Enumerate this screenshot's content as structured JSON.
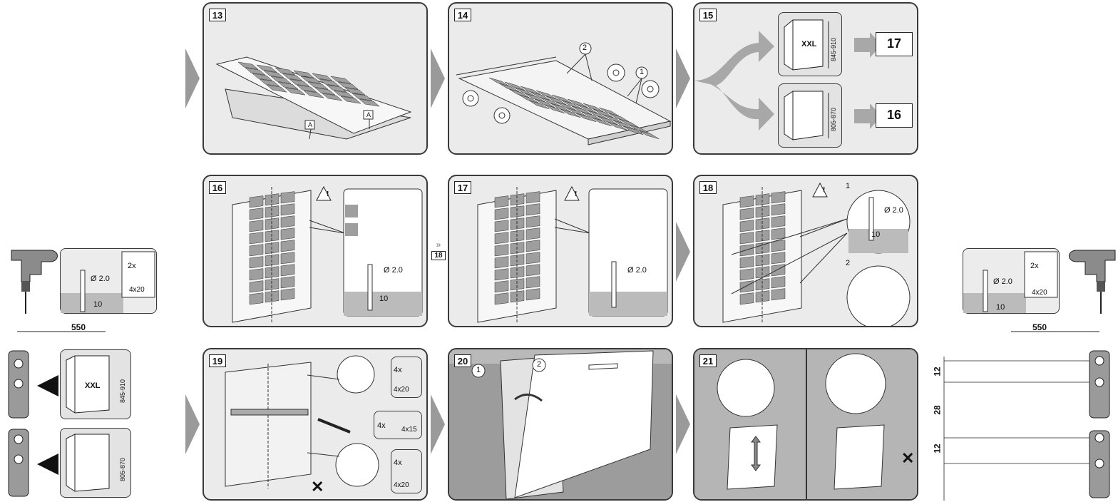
{
  "steps": {
    "s13": {
      "num": "13",
      "marker_a": "A"
    },
    "s14": {
      "num": "14",
      "callout_1": "1",
      "callout_2": "2"
    },
    "s15": {
      "num": "15",
      "cabinet_label": "XXL",
      "height_xxl": "845-910",
      "height_std": "805-870",
      "goto_a": "17",
      "goto_b": "16"
    },
    "s16": {
      "num": "16",
      "drill_dia": "Ø 2.0",
      "drill_depth": "10"
    },
    "s16_ref": {
      "label": "18"
    },
    "s17": {
      "num": "17",
      "drill_dia": "Ø 2.0"
    },
    "s18": {
      "num": "18",
      "callout_1": "1",
      "callout_2": "2",
      "drill_dia": "Ø 2.0",
      "drill_depth": "10"
    },
    "s19": {
      "num": "19",
      "qty1": "4x",
      "size1": "4x20",
      "qty2": "4x",
      "size2": "4x15",
      "qty3": "4x",
      "size3": "4x20"
    },
    "s20": {
      "num": "20",
      "callout_1": "1",
      "callout_2": "2"
    },
    "s21": {
      "num": "21"
    }
  },
  "left_side": {
    "qty": "2x",
    "screw": "4x20",
    "drill_dia": "Ø 2.0",
    "drill_depth": "10",
    "distance": "550",
    "cabinet_label": "XXL",
    "height_xxl": "845-910",
    "height_std": "805-870"
  },
  "right_side": {
    "qty": "2x",
    "screw": "4x20",
    "drill_dia": "Ø 2.0",
    "drill_depth": "10",
    "distance": "550",
    "dim_a": "12",
    "dim_b": "28",
    "dim_c": "12"
  }
}
